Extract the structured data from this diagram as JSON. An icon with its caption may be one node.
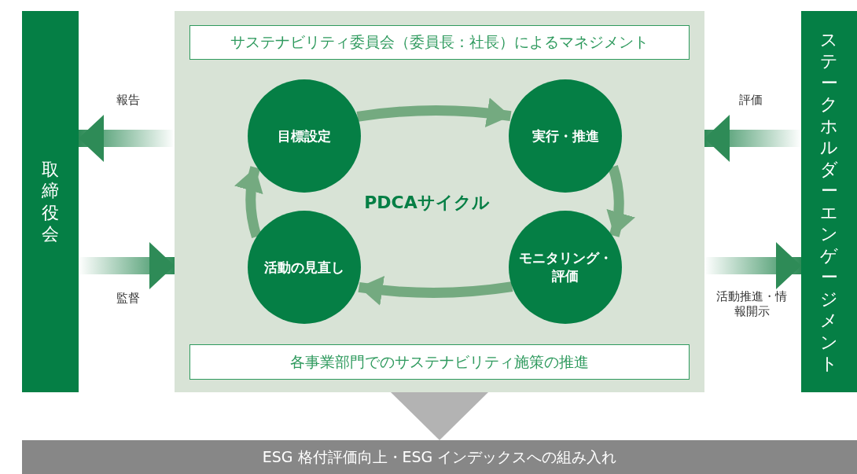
{
  "diagram": {
    "nodes": [
      {
        "text": [
          "取締役会"
        ]
      },
      {
        "text": [],
        "shape": "box"
      },
      {
        "text": [
          "サステナビリティ委員会（委員長：社長）によるマネジメント"
        ],
        "in": 1
      },
      {
        "text": [
          "目標設定"
        ],
        "in": 1
      },
      {
        "text": [
          "実行・推進"
        ],
        "in": 1
      },
      {
        "text": [
          "モニタリング・評価"
        ],
        "in": 1
      },
      {
        "text": [
          "活動の見直し"
        ],
        "in": 1
      },
      {
        "text": [
          "各事業部門でのサステナビリティ施策の推進"
        ],
        "in": 1
      },
      {
        "text": [
          "ステークホルダーエンゲージメント"
        ]
      },
      {
        "text": [
          "ESG 格付評価向上・ESG インデックスへの組み入れ"
        ]
      }
    ],
    "edges": [
      {
        "from": 1,
        "to": 0,
        "arrow": "to",
        "label": "報告"
      },
      {
        "from": 0,
        "to": 1,
        "arrow": "to",
        "label": "監督"
      },
      {
        "from": 8,
        "to": 1,
        "arrow": "to",
        "label": "評価"
      },
      {
        "from": 1,
        "to": 8,
        "arrow": "to",
        "label": "活動推進・情報開示"
      },
      {
        "from": 3,
        "to": 4,
        "arrow": "to"
      },
      {
        "from": 4,
        "to": 5,
        "arrow": "to"
      },
      {
        "from": 5,
        "to": 6,
        "arrow": "to"
      },
      {
        "from": 6,
        "to": 3,
        "arrow": "to"
      },
      {
        "from": 1,
        "to": 9,
        "arrow": "to",
        "color": "#b3b3b3"
      }
    ],
    "labels": [
      "PDCAサイクル"
    ]
  }
}
